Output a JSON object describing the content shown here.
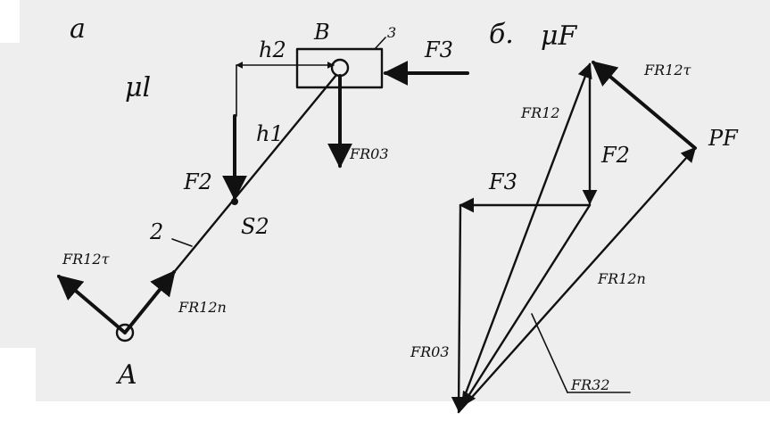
{
  "panel_a": {
    "panel_label": "а",
    "scale_label": "μl",
    "point_B": "B",
    "point_A": "A",
    "point_S2": "S2",
    "link_2": "2",
    "link_3": "3",
    "h2": "h2",
    "h1": "h1",
    "F3": "F3",
    "F2": "F2",
    "FR03": "FR03",
    "FR12_tau": "FR12τ",
    "FR12_n": "FR12n"
  },
  "panel_b": {
    "panel_label": "б.",
    "scale_label": "μF",
    "pole": "PF",
    "FR12_tau": "FR12τ",
    "FR12": "FR12",
    "F2": "F2",
    "F3": "F3",
    "FR12_n": "FR12n",
    "FR03": "FR03",
    "FR32": "FR32"
  },
  "colors": {
    "paper": "#eeeeee",
    "ink": "#111111"
  }
}
